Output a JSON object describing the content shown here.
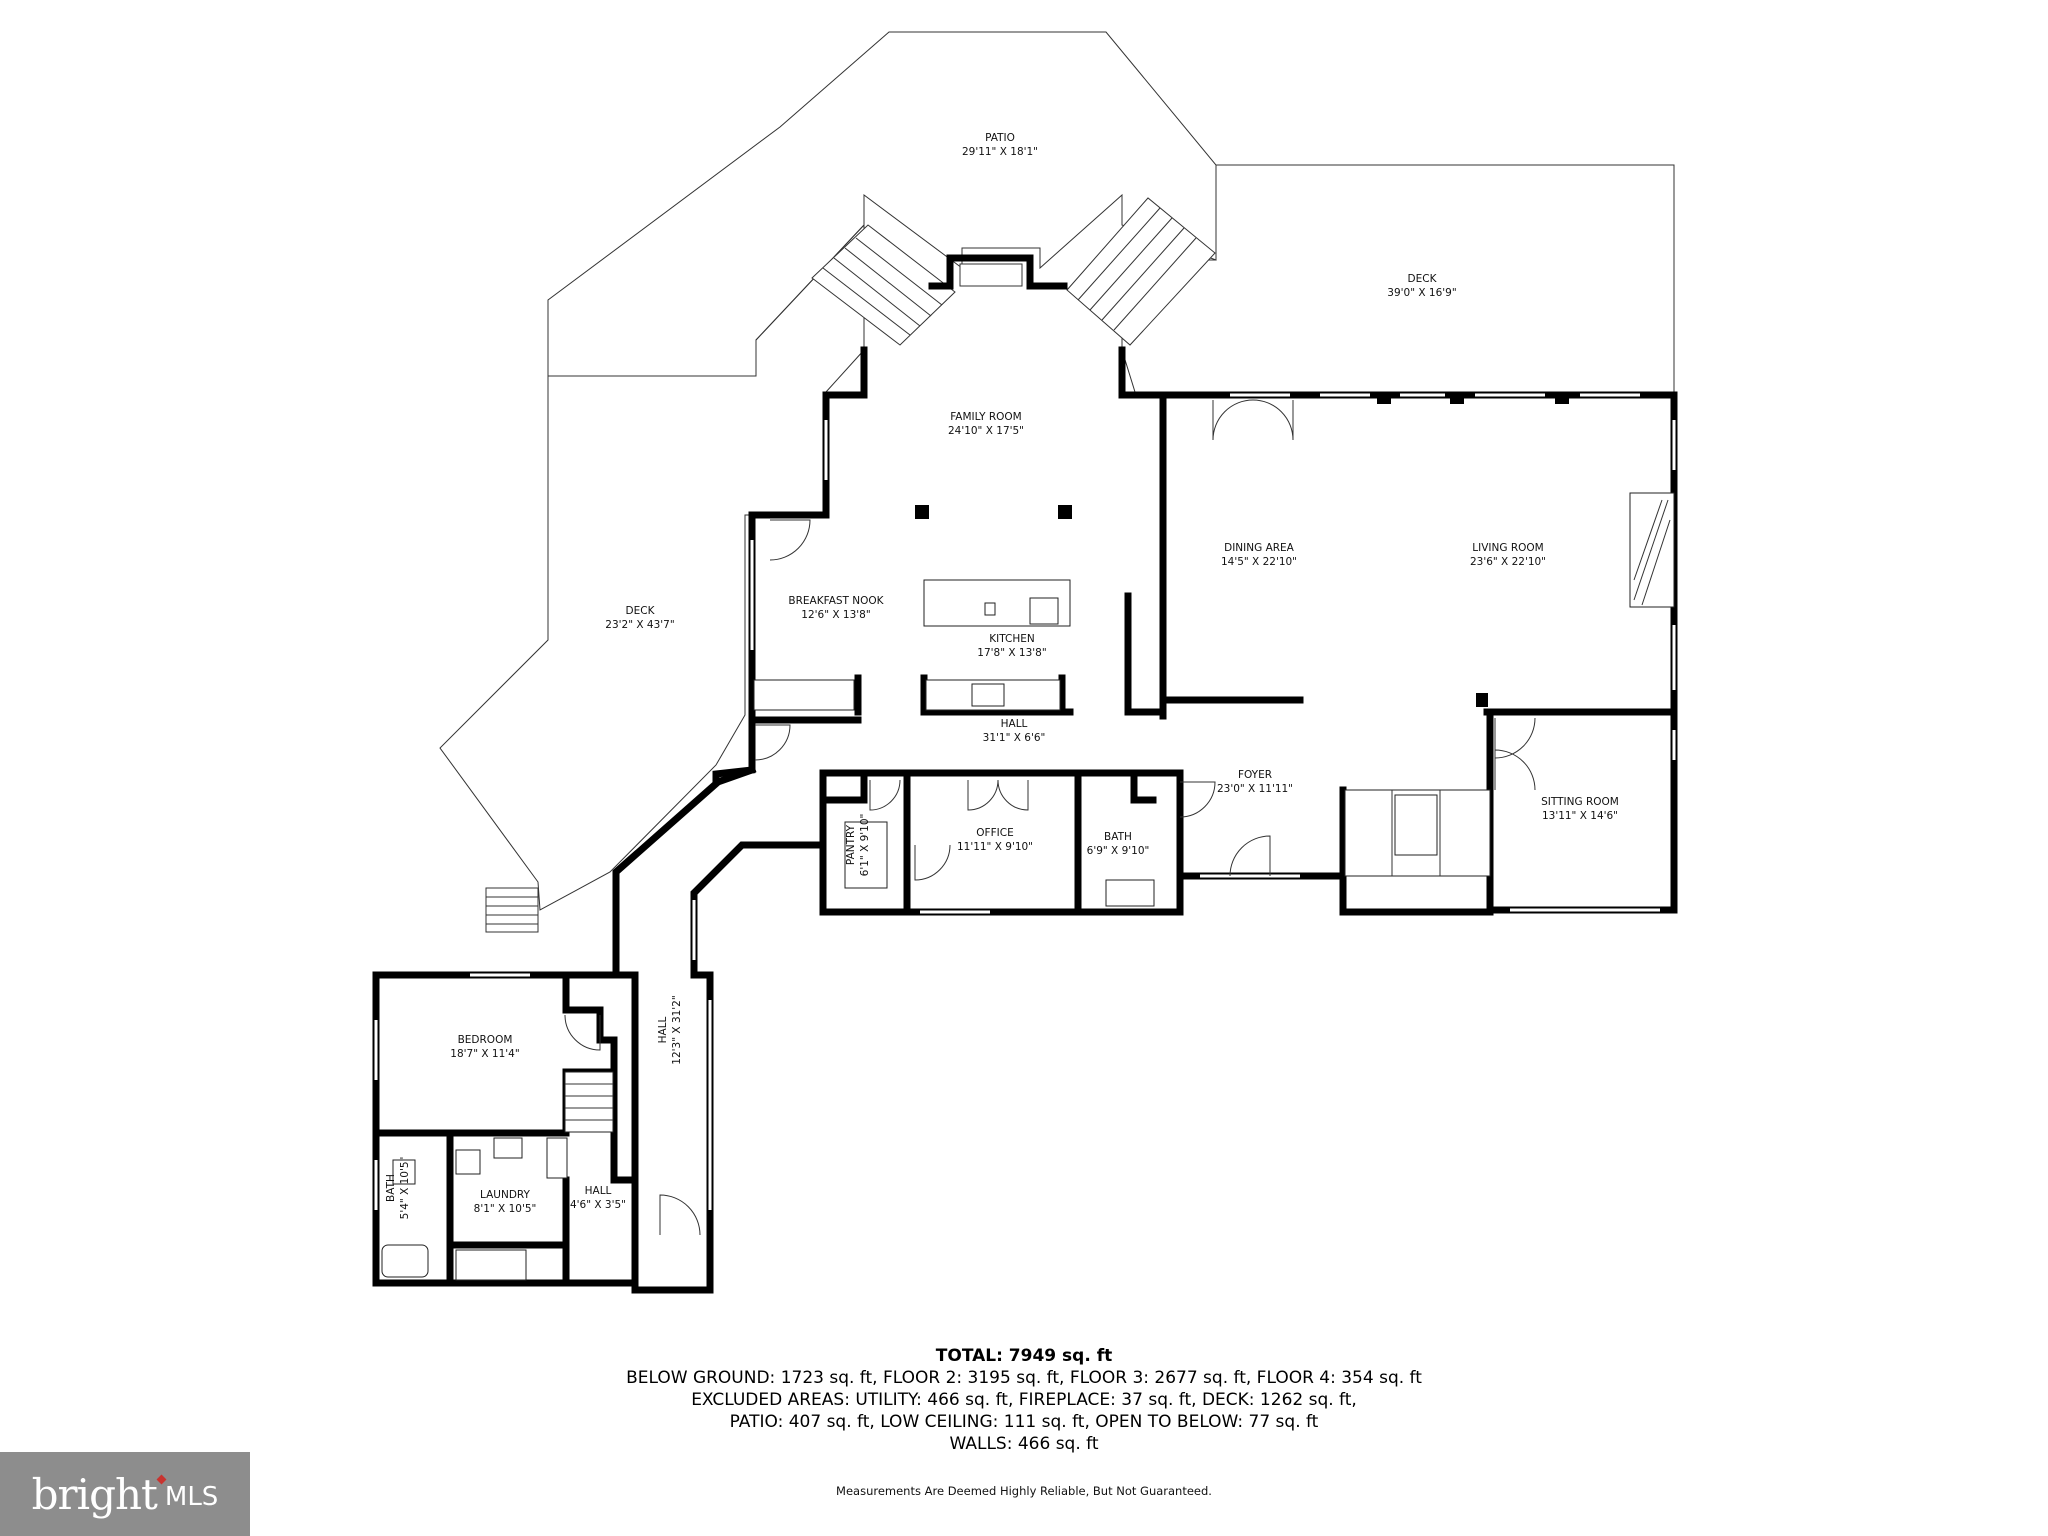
{
  "rooms": {
    "patio": {
      "name": "PATIO",
      "dims": "29'11\" X 18'1\""
    },
    "deck_right": {
      "name": "DECK",
      "dims": "39'0\" X 16'9\""
    },
    "deck_left": {
      "name": "DECK",
      "dims": "23'2\" X 43'7\""
    },
    "family_room": {
      "name": "FAMILY ROOM",
      "dims": "24'10\" X 17'5\""
    },
    "dining_area": {
      "name": "DINING AREA",
      "dims": "14'5\" X 22'10\""
    },
    "living_room": {
      "name": "LIVING ROOM",
      "dims": "23'6\" X 22'10\""
    },
    "breakfast_nook": {
      "name": "BREAKFAST NOOK",
      "dims": "12'6\" X 13'8\""
    },
    "kitchen": {
      "name": "KITCHEN",
      "dims": "17'8\" X 13'8\""
    },
    "hall_main": {
      "name": "HALL",
      "dims": "31'1\" X 6'6\""
    },
    "foyer": {
      "name": "FOYER",
      "dims": "23'0\" X 11'11\""
    },
    "sitting_room": {
      "name": "SITTING ROOM",
      "dims": "13'11\" X 14'6\""
    },
    "pantry": {
      "name": "PANTRY",
      "dims": "6'1\" X 9'10\""
    },
    "office": {
      "name": "OFFICE",
      "dims": "11'11\" X 9'10\""
    },
    "bath_main": {
      "name": "BATH",
      "dims": "6'9\" X 9'10\""
    },
    "bedroom": {
      "name": "BEDROOM",
      "dims": "18'7\" X 11'4\""
    },
    "hall_long": {
      "name": "HALL",
      "dims": "12'3\" X 31'2\""
    },
    "bath_lower": {
      "name": "BATH",
      "dims": "5'4\" X 10'5\""
    },
    "laundry": {
      "name": "LAUNDRY",
      "dims": "8'1\" X 10'5\""
    },
    "hall_small": {
      "name": "HALL",
      "dims": "4'6\" X 3'5\""
    }
  },
  "summary": {
    "total": "TOTAL: 7949 sq. ft",
    "line1": "BELOW GROUND: 1723 sq. ft, FLOOR 2: 3195 sq. ft, FLOOR 3: 2677 sq. ft, FLOOR 4: 354 sq. ft",
    "line2": "EXCLUDED AREAS: UTILITY: 466 sq. ft, FIREPLACE: 37 sq. ft, DECK: 1262 sq. ft,",
    "line3": "PATIO: 407 sq. ft, LOW CEILING: 111 sq. ft, OPEN TO BELOW: 77 sq. ft",
    "line4": "WALLS: 466 sq. ft"
  },
  "disclaimer": "Measurements Are Deemed Highly Reliable, But Not Guaranteed.",
  "logo": {
    "brand": "bright",
    "suffix": "MLS",
    "accent_color": "#c8332f",
    "bg_color": "#8d8d8d"
  }
}
